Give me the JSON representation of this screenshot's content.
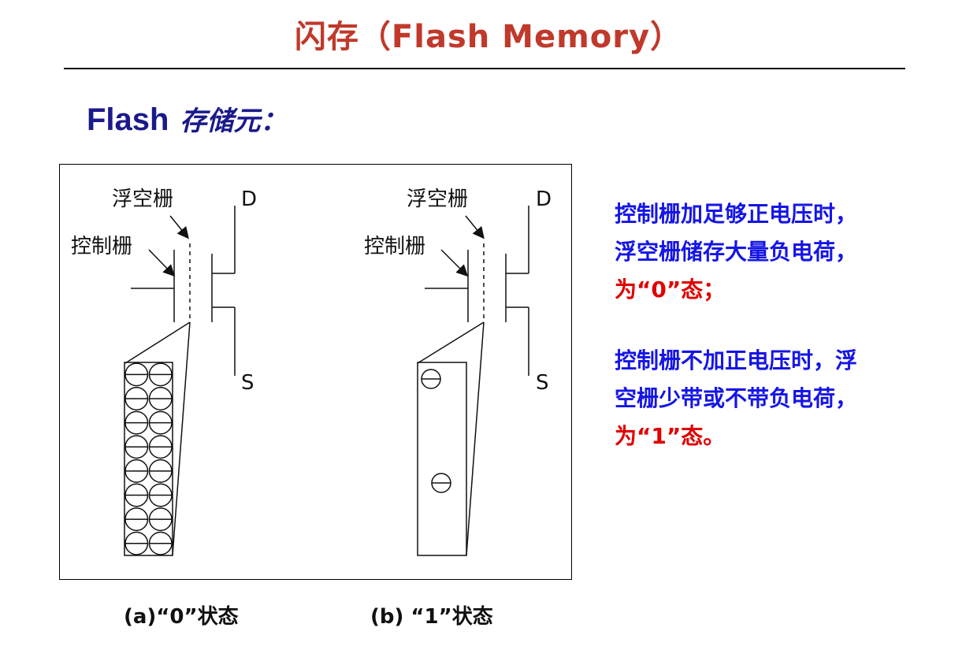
{
  "title": "闪存（Flash Memory）",
  "subtitle": {
    "latin": "Flash",
    "cjk": "存储元："
  },
  "diagram": {
    "left": {
      "floating_gate_label": "浮空栅",
      "control_gate_label": "控制栅",
      "drain_label": "D",
      "source_label": "S",
      "charge_symbol": "⊖",
      "charge_count": 16,
      "caption": "(a)“0”状态"
    },
    "right": {
      "floating_gate_label": "浮空栅",
      "control_gate_label": "控制栅",
      "drain_label": "D",
      "source_label": "S",
      "charge_symbol": "⊖",
      "charge_count": 2,
      "caption": "(b) “1”状态"
    }
  },
  "notes": {
    "block1": {
      "line1": "控制栅加足够正电压时，",
      "line2": "浮空栅储存大量负电荷，",
      "line3": "为“0”态；"
    },
    "block2": {
      "line1": "控制栅不加正电压时，浮",
      "line2": "空栅少带或不带负电荷，",
      "line3": "为“1”态。"
    }
  },
  "colors": {
    "title": "#c0392b",
    "subtitle": "#1a1a8c",
    "note_blue": "#1515e6",
    "note_red": "#e00000"
  }
}
